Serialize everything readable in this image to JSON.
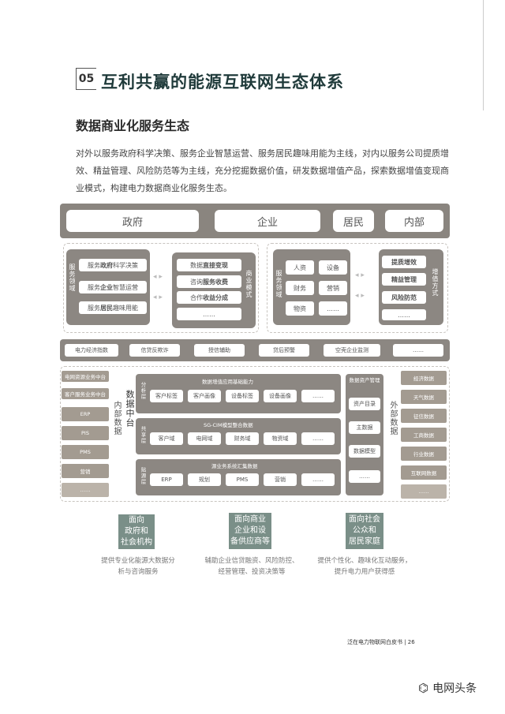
{
  "section": {
    "number": "05",
    "title": "互利共赢的能源互联网生态体系"
  },
  "subtitle": "数据商业化服务生态",
  "intro": "对外以服务政府科学决策、服务企业智慧运营、服务居民趣味用能为主线，对内以服务公司提质增效、精益管理、风险防范等为主线，充分挖掘数据价值，研发数据增值产品，探索数据增值变现商业模式，构建电力数据商业化服务生态。",
  "top_row": [
    "政府",
    "企业",
    "居民",
    "内部"
  ],
  "service_domain": {
    "label": "服务领域",
    "items": [
      {
        "pre": "服务",
        "bold": "政府",
        "post": "科学决策"
      },
      {
        "pre": "服务",
        "bold": "企业",
        "post": "智慧运营"
      },
      {
        "pre": "服务",
        "bold": "居民",
        "post": "趣味用能"
      }
    ]
  },
  "business_model": {
    "label": "商业模式",
    "items": [
      {
        "pre": "数据",
        "bold": "直接变现"
      },
      {
        "pre": "咨询",
        "bold": "服务收费"
      },
      {
        "pre": "合作",
        "bold": "收益分成"
      },
      {
        "pre": "……",
        "bold": ""
      }
    ]
  },
  "service_domain2": {
    "label": "服务领域",
    "items": [
      "人资",
      "设备",
      "财务",
      "营销",
      "物资",
      "……"
    ]
  },
  "value_mode": {
    "label": "增值方式",
    "items": [
      "提质增效",
      "精益管理",
      "风险防范",
      "……"
    ]
  },
  "product_row": [
    "电力经济指数",
    "信贷反欺诈",
    "授信辅助",
    "贷后预警",
    "空壳企业监测",
    "……"
  ],
  "left_sources": [
    "电网资源业务中台",
    "客户服务业务中台",
    "ERP",
    "PIS",
    "PMS",
    "营销",
    "……"
  ],
  "right_sources": [
    "经济数据",
    "天气数据",
    "征信数据",
    "工商数据",
    "行业数据",
    "互联网数据",
    "……"
  ],
  "inner_label": "内部数据",
  "outer_label": "外部数据",
  "middle_label": "数据中台",
  "layers": [
    {
      "side": "分析层",
      "title": "数据增值应用基础能力",
      "items": [
        "客户标签",
        "客户画像",
        "设备标签",
        "设备画像",
        "……"
      ]
    },
    {
      "side": "共享层",
      "title": "SG-CIM模型整合数据",
      "items": [
        "客户域",
        "电网域",
        "财务域",
        "物资域",
        "……"
      ]
    },
    {
      "side": "贴源层",
      "title": "源业务系统汇集数据",
      "items": [
        "ERP",
        "规划",
        "PMS",
        "营销",
        "……"
      ]
    }
  ],
  "asset_mgmt": {
    "title": "数据资产管理",
    "items": [
      "资产目录",
      "主数据",
      "数据模型",
      "……"
    ]
  },
  "bottom": [
    {
      "box": "面向\n政府和\n社会机构",
      "desc": "提供专业化能源大数据分\n析与咨询服务"
    },
    {
      "box": "面向商业\n企业和设\n备供应商等",
      "desc": "辅助企业信贷融资、风险防控、\n经营管理、投资决策等"
    },
    {
      "box": "面向社会\n公众和\n居民家庭",
      "desc": "提供个性化、趣味化互动服务，\n提升电力用户获得感"
    }
  ],
  "footer": "泛在电力物联网白皮书 | 26",
  "watermark": "电网头条"
}
